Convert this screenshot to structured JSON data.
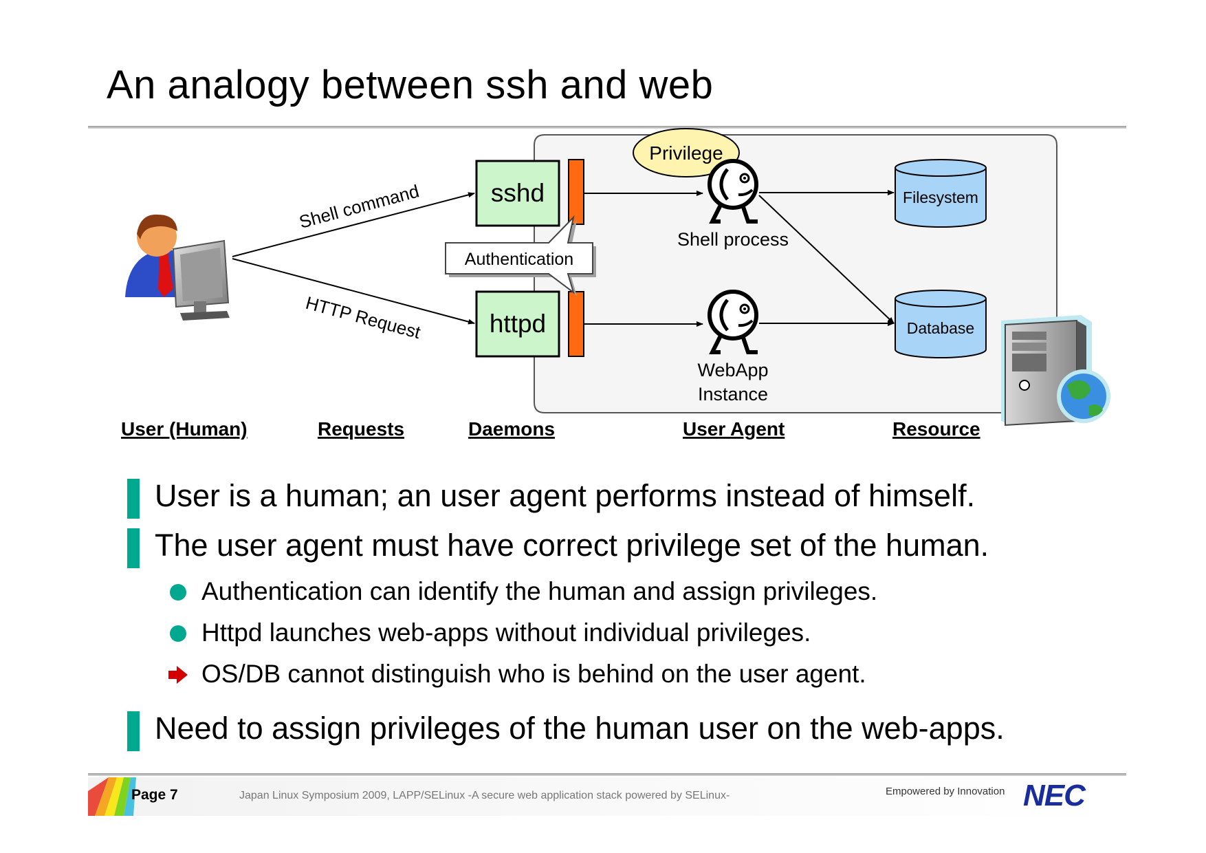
{
  "slide": {
    "title": "An analogy between ssh and web"
  },
  "diagram": {
    "requests": {
      "shell_command": "Shell command",
      "http_request": "HTTP Request"
    },
    "daemons": {
      "sshd": "sshd",
      "httpd": "httpd"
    },
    "authentication": "Authentication",
    "privilege": "Privilege",
    "agents": {
      "shell_process": "Shell process",
      "webapp_line1": "WebApp",
      "webapp_line2": "Instance"
    },
    "resources": {
      "filesystem": "Filesystem",
      "database": "Database"
    },
    "columns": {
      "user": "User (Human)",
      "requests": "Requests",
      "daemons": "Daemons",
      "user_agent": "User Agent",
      "resource": "Resource"
    },
    "colors": {
      "daemon_fill": "#ccf5cc",
      "port_fill": "#ff6a10",
      "db_fill": "#a8d4f7",
      "bubble_fill": "#fff3b0",
      "accent": "#00a88f"
    }
  },
  "bullets": {
    "b1": "User is a human; an user agent performs instead of himself.",
    "b2": "The user agent must have correct privilege set of the human.",
    "sub1": "Authentication can identify the human and assign privileges.",
    "sub2": "Httpd launches web-apps without individual privileges.",
    "sub3": "OS/DB cannot distinguish who is behind on the user agent.",
    "b3": "Need to assign privileges of the human user on the web-apps."
  },
  "footer": {
    "page": "Page 7",
    "text": "Japan Linux Symposium 2009, LAPP/SELinux -A secure web application stack powered by SELinux-",
    "tagline": "Empowered by Innovation",
    "logo": "NEC"
  }
}
